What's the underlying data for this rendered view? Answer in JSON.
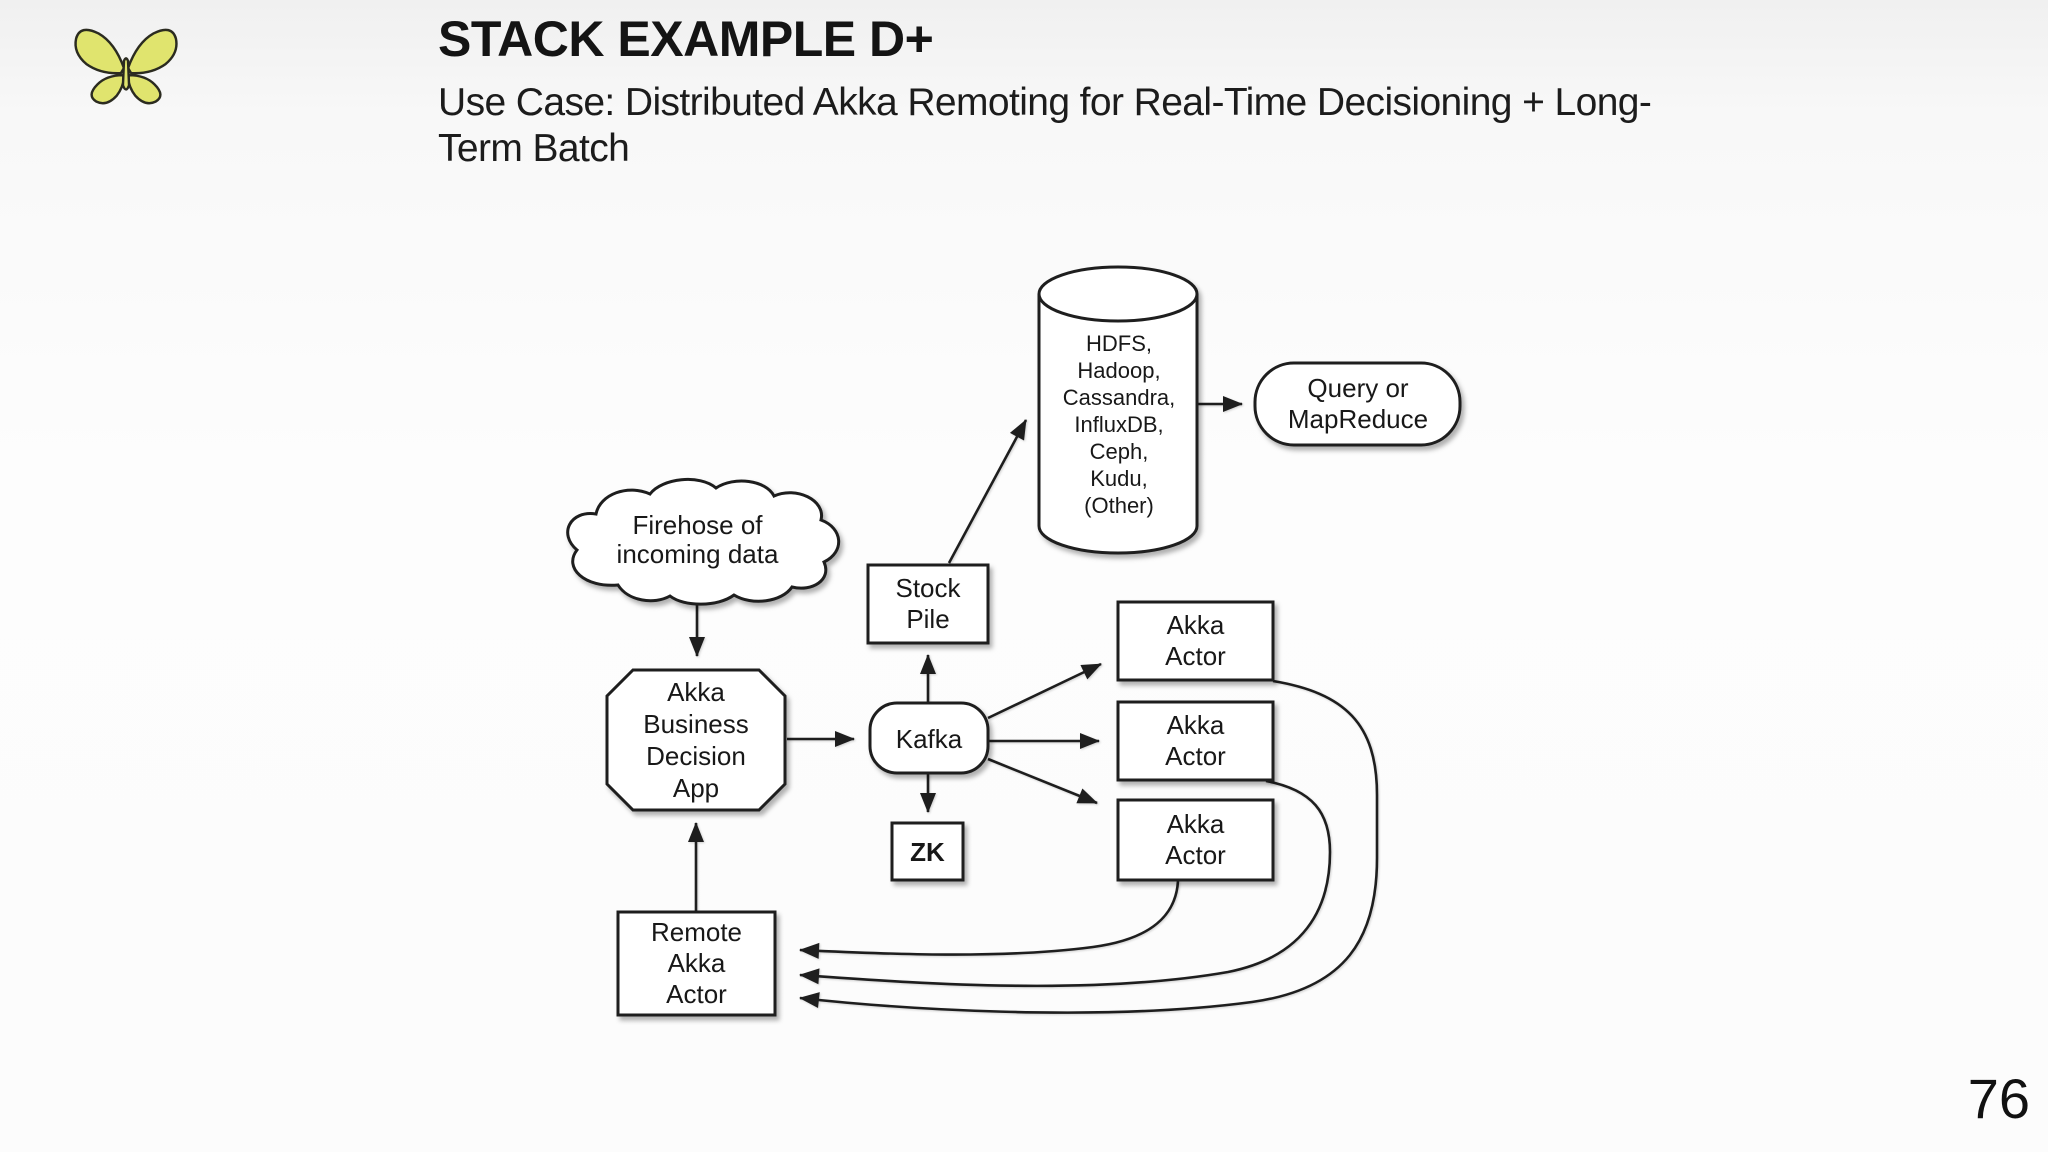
{
  "slide": {
    "title": "STACK EXAMPLE D+",
    "subtitle": "Use Case: Distributed Akka Remoting for Real-Time Decisioning + Long-\nTerm Batch",
    "page_number": "76",
    "logo": "butterfly-icon"
  },
  "diagram": {
    "firehose_cloud": "Firehose of\nincoming data",
    "business_app": "Akka\nBusiness\nDecision\nApp",
    "stock_pile": "Stock\nPile",
    "kafka": "Kafka",
    "zk": "ZK",
    "datastore_cylinder": "HDFS,\nHadoop,\nCassandra,\nInfluxDB,\nCeph,\nKudu,\n(Other)",
    "query_box": "Query or\nMapReduce",
    "akka_actor_1": "Akka\nActor",
    "akka_actor_2": "Akka\nActor",
    "akka_actor_3": "Akka\nActor",
    "remote_actor": "Remote\nAkka\nActor"
  },
  "colors": {
    "node_fill": "#ffffff",
    "node_border": "#1e1e1e",
    "logo_fill": "#e0e46e",
    "logo_outline": "#2b2b20",
    "text": "#181818"
  }
}
